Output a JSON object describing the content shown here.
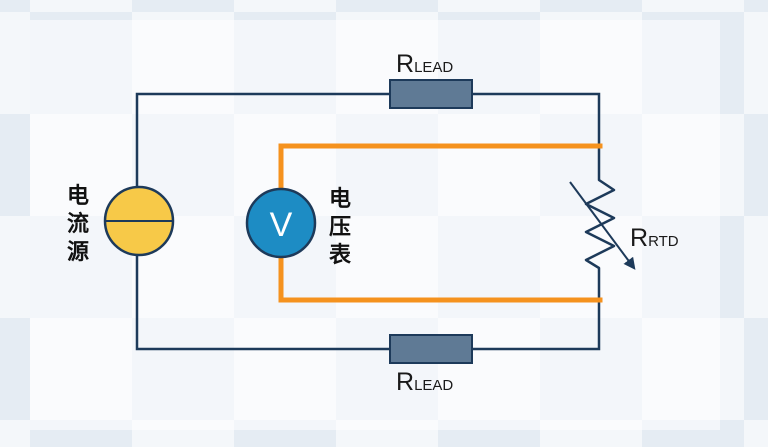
{
  "components": {
    "lead_top": {
      "main": "R",
      "sub": "LEAD"
    },
    "lead_bottom": {
      "main": "R",
      "sub": "LEAD"
    },
    "rtd": {
      "main": "R",
      "sub": "RTD"
    },
    "voltmeter_symbol": "V",
    "current_source_label": [
      "电",
      "流",
      "源"
    ],
    "voltmeter_label": [
      "电",
      "压",
      "表"
    ]
  },
  "colors": {
    "wire": "#1d3a5a",
    "sense_wire": "#f5921e",
    "resistor_fill": "#5f7a95",
    "current_source_fill": "#f7c948",
    "voltmeter_fill": "#1d8cc4",
    "checker_light": "#f2f6fa",
    "checker_dark": "#e4ebf2"
  }
}
